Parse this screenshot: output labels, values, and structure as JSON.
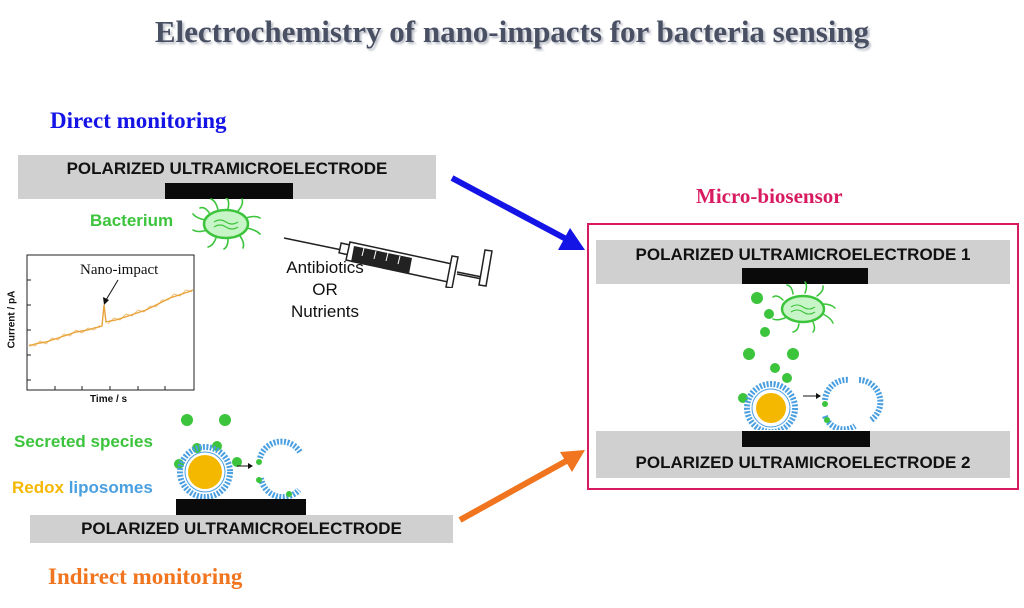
{
  "title": "Electrochemistry of nano-impacts for bacteria sensing",
  "direct": {
    "heading": "Direct monitoring",
    "electrode": "POLARIZED ULTRAMICROELECTRODE",
    "bacterium": "Bacterium"
  },
  "plot": {
    "annotation": "Nano-impact",
    "xlabel": "Time / s",
    "ylabel": "Current / pA"
  },
  "syringe": {
    "line1": "Antibiotics",
    "line2": "OR",
    "line3": "Nutrients"
  },
  "indirect": {
    "heading": "Indirect monitoring",
    "electrode": "POLARIZED ULTRAMICROELECTRODE",
    "secreted": "Secreted species",
    "redox": "Redox",
    "liposomes": "liposomes"
  },
  "biosensor": {
    "heading": "Micro-biosensor",
    "electrode1": "POLARIZED ULTRAMICROELECTRODE 1",
    "electrode2": "POLARIZED ULTRAMICROELECTRODE 2"
  },
  "colors": {
    "title": "#4a5064",
    "direct": "#1414e6",
    "indirect": "#f0751e",
    "biosensor": "#d81b60",
    "green": "#3cc43c",
    "liposome": "#4a9fe0",
    "redox": "#f5b800",
    "trace": "#e8a33a"
  }
}
